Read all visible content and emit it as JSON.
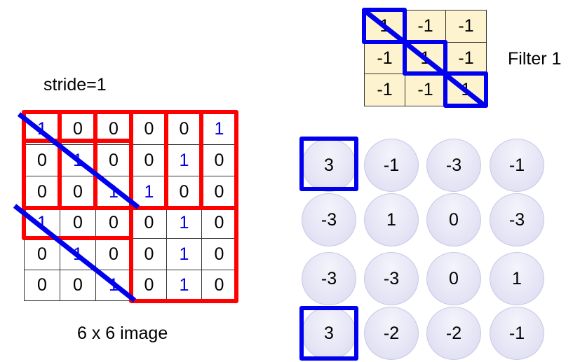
{
  "stride_label": "stride=1",
  "image_caption": "6 x 6 image",
  "filter_label": "Filter 1",
  "image": [
    [
      1,
      0,
      0,
      0,
      0,
      1
    ],
    [
      0,
      1,
      0,
      0,
      1,
      0
    ],
    [
      0,
      0,
      1,
      1,
      0,
      0
    ],
    [
      1,
      0,
      0,
      0,
      1,
      0
    ],
    [
      0,
      1,
      0,
      0,
      1,
      0
    ],
    [
      0,
      0,
      1,
      0,
      1,
      0
    ]
  ],
  "filter": [
    [
      1,
      -1,
      -1
    ],
    [
      -1,
      1,
      -1
    ],
    [
      -1,
      -1,
      1
    ]
  ],
  "output": [
    [
      3,
      -1,
      -3,
      -1
    ],
    [
      -3,
      1,
      0,
      -3
    ],
    [
      -3,
      -3,
      0,
      1
    ],
    [
      3,
      -2,
      -2,
      -1
    ]
  ],
  "colors": {
    "highlight_red": "#ff0000",
    "highlight_blue": "#0000ee",
    "filter_bg": "#fdf4cf",
    "one_color": "#0000e0"
  }
}
